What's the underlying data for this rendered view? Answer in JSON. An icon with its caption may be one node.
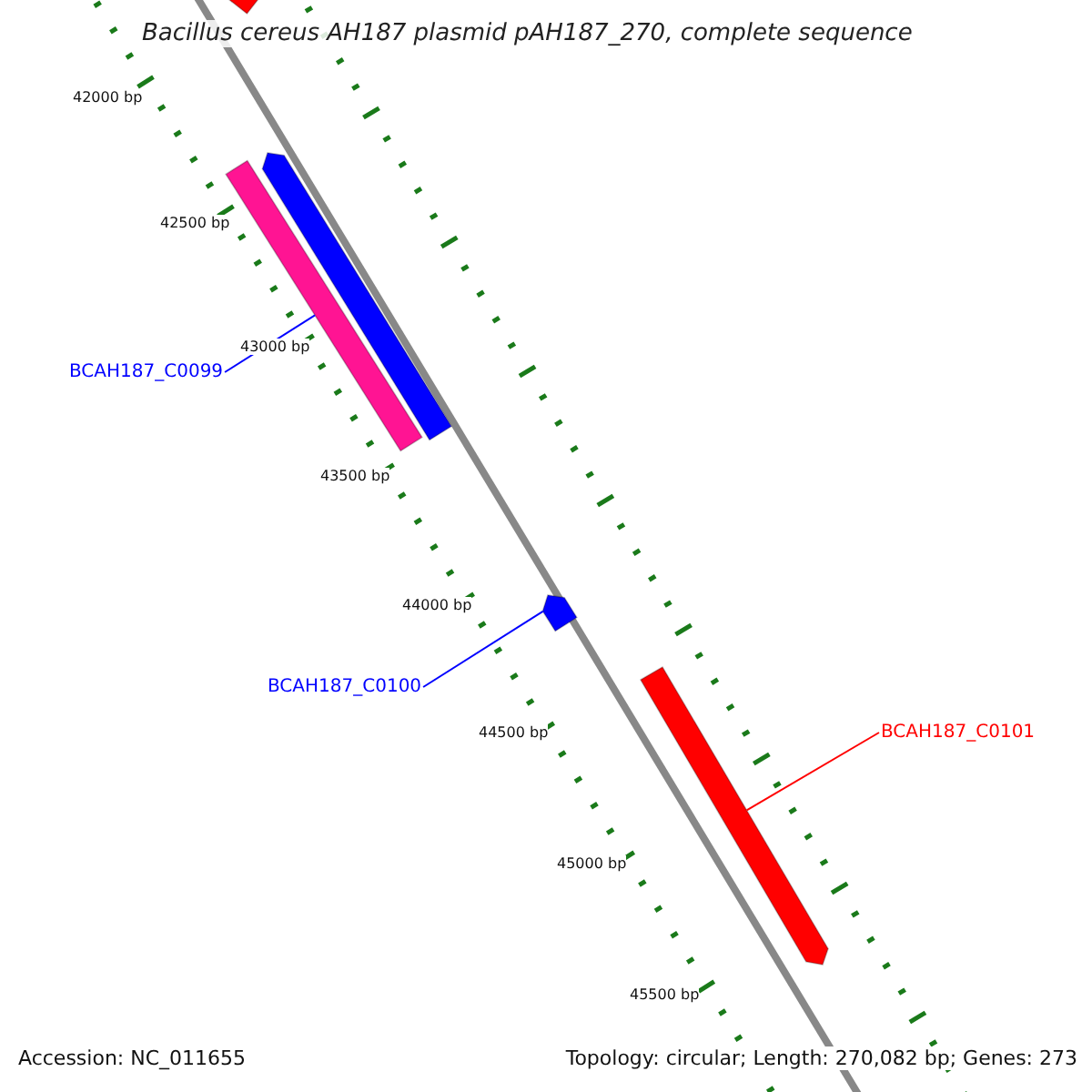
{
  "diagram": {
    "title": "Bacillus cereus AH187 plasmid pAH187_270, complete sequence",
    "nodes": [
      {
        "text": [],
        "shape": "bar"
      },
      {
        "text": [],
        "shape": "bar"
      },
      {
        "text": [],
        "shape": "bar"
      },
      {
        "text": [
          "BCAH187_C0099"
        ]
      },
      {
        "text": [],
        "shape": "bar"
      },
      {
        "text": [
          "BCAH187_C0100"
        ]
      },
      {
        "text": [],
        "shape": "bar"
      },
      {
        "text": [
          "BCAH187_C0101"
        ]
      }
    ],
    "edges": [
      {
        "from": 3,
        "to": 1,
        "arrow": "none",
        "color": "#0000ff"
      },
      {
        "from": 5,
        "to": 4,
        "arrow": "none",
        "color": "#0000ff"
      },
      {
        "from": 7,
        "to": 6,
        "arrow": "none",
        "color": "#ff0000"
      }
    ],
    "labels": [
      "42000 bp",
      "42500 bp",
      "43000 bp",
      "43500 bp",
      "44000 bp",
      "44500 bp",
      "45000 bp",
      "45500 bp",
      "Accession: NC_011655",
      "Topology: circular; Length: 270,082 bp; Genes: 273"
    ]
  }
}
